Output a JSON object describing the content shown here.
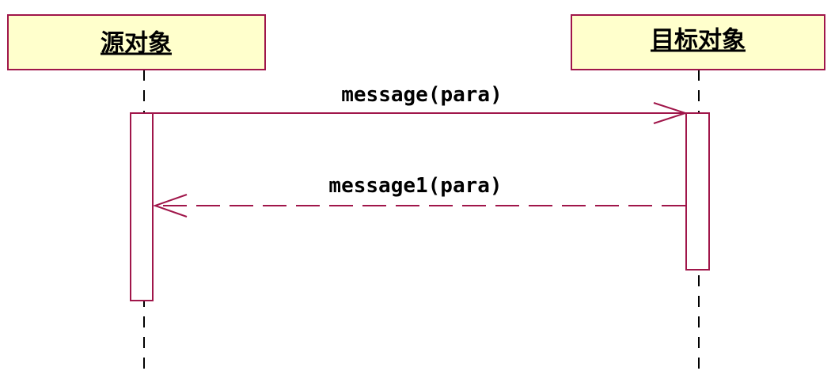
{
  "objects": [
    {
      "name": "源对象"
    },
    {
      "name": "目标对象"
    }
  ],
  "messages": [
    {
      "label": "message(para)",
      "kind": "synchronous"
    },
    {
      "label": "message1(para)",
      "kind": "return"
    }
  ],
  "colors": {
    "object_fill": "#ffffcc",
    "object_border": "#a0164a",
    "message_line": "#a0164a",
    "activation_border": "#a0164a",
    "lifeline": "#000000",
    "text": "#000000"
  }
}
